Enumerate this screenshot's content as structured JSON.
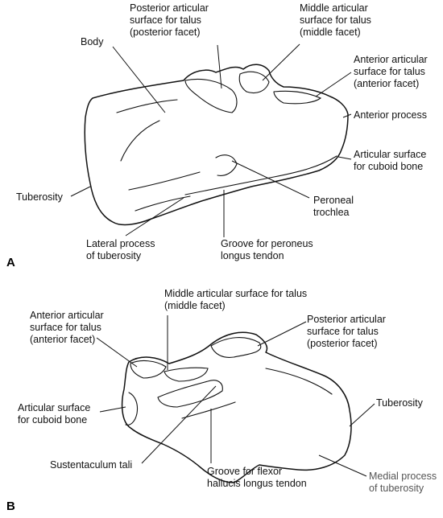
{
  "panel_a": {
    "panel_label": "A",
    "labels": {
      "body": "Body",
      "posterior_articular": [
        "Posterior articular",
        "surface for talus",
        "(posterior facet)"
      ],
      "middle_articular": [
        "Middle articular",
        "surface for talus",
        "(middle facet)"
      ],
      "anterior_articular": [
        "Anterior articular",
        "surface for talus",
        "(anterior facet)"
      ],
      "anterior_process": "Anterior process",
      "cuboid_surface": [
        "Articular surface",
        "for cuboid bone"
      ],
      "tuberosity": "Tuberosity",
      "peroneal_trochlea": [
        "Peroneal",
        "trochlea"
      ],
      "lateral_process": [
        "Lateral process",
        "of tuberosity"
      ],
      "groove_peroneus": [
        "Groove for peroneus",
        "longus tendon"
      ]
    }
  },
  "panel_b": {
    "panel_label": "B",
    "labels": {
      "middle_articular": [
        "Middle articular surface for talus",
        "(middle facet)"
      ],
      "anterior_articular": [
        "Anterior articular",
        "surface for talus",
        "(anterior facet)"
      ],
      "posterior_articular": [
        "Posterior articular",
        "surface for talus",
        "(posterior facet)"
      ],
      "cuboid_surface": [
        "Articular surface",
        "for cuboid bone"
      ],
      "tuberosity": "Tuberosity",
      "sustentaculum": "Sustentaculum tali",
      "groove_flexor": [
        "Groove for flexor",
        "hallucis longus tendon"
      ],
      "medial_process": [
        "Medial process",
        "of tuberosity"
      ]
    }
  }
}
